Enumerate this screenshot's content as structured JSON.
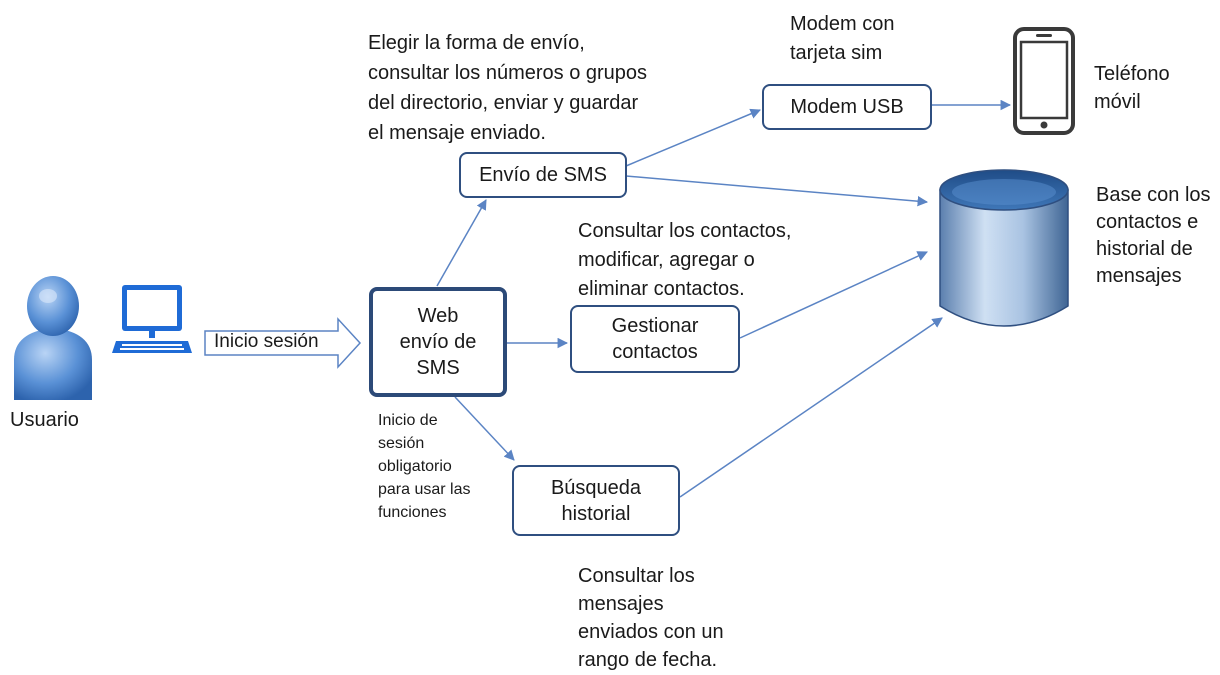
{
  "nodes": {
    "web": "Web\nenvío de\nSMS",
    "sms": "Envío de SMS",
    "contacts": "Gestionar\ncontactos",
    "history": "Búsqueda\nhistorial",
    "modem": "Modem USB"
  },
  "labels": {
    "user": "Usuario",
    "login": "Inicio sesión",
    "phone": "Teléfono\nmóvil",
    "database": "Base con los\ncontactos e\nhistorial de\nmensajes",
    "modem_note": "Modem con\ntarjeta sim"
  },
  "notes": {
    "sms": "Elegir la forma de envío,\nconsultar los números o grupos\ndel directorio, enviar y guardar\nel mensaje enviado.",
    "contacts": "Consultar los contactos,\nmodificar, agregar o\neliminar contactos.",
    "history": "Consultar los\nmensajes\nenviados con un\nrango de fecha.",
    "login_required": "Inicio de\nsesión\nobligatorio\npara usar las\nfunciones"
  },
  "colors": {
    "box_border": "#2f4f80",
    "arrow": "#5b84c4",
    "accent_blue": "#1f6bd6"
  },
  "icons": [
    "user-icon",
    "computer-icon",
    "phone-icon",
    "database-icon"
  ]
}
